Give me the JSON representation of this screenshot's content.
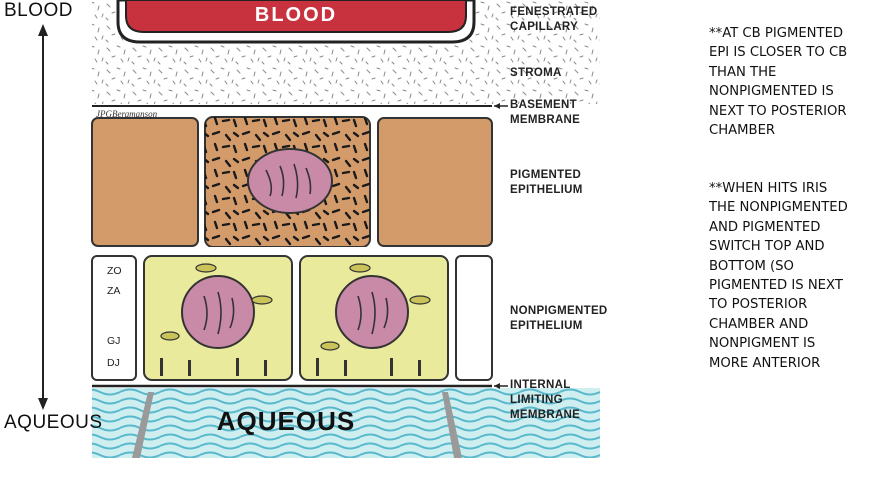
{
  "side_labels": {
    "top": "BLOOD",
    "bottom": "AQUEOUS"
  },
  "diagram": {
    "blood": "BLOOD",
    "aqueous": "AQUEOUS",
    "credit": "JPGBergmanson",
    "junctions": {
      "zo": "ZO",
      "za": "ZA",
      "gj": "GJ",
      "dj": "DJ"
    }
  },
  "layer_labels": {
    "fenestrated_capillary": "FENESTRATED\nCAPILLARY",
    "stroma": "STROMA",
    "basement_membrane": "BASEMENT\nMEMBRANE",
    "pigmented_epithelium": "PIGMENTED\nEPITHELIUM",
    "nonpigmented_epithelium": "NONPIGMENTED\nEPITHELIUM",
    "internal_limiting_membrane": "INTERNAL\nLIMITING\nMEMBRANE"
  },
  "notes": {
    "note1": "**AT CB PIGMENTED\nEPI IS CLOSER TO CB\nTHAN THE\nNONPIGMENTED IS\nNEXT TO POSTERIOR\nCHAMBER",
    "note2": "**WHEN HITS IRIS\nTHE NONPIGMENTED\nAND PIGMENTED\nSWITCH TOP AND\nBOTTOM (SO\nPIGMENTED IS NEXT\nTO POSTERIOR\nCHAMBER AND\nNONPIGMENT IS\nMORE ANTERIOR"
  },
  "colors": {
    "blood": "#c8323f",
    "pigmented_cell": "#d39a6a",
    "nonpigmented_cell": "#e9ea9c",
    "nucleus": "#c98aa8",
    "aqueous": "#cfeef0",
    "aqueous_wave": "#58b8cc"
  }
}
